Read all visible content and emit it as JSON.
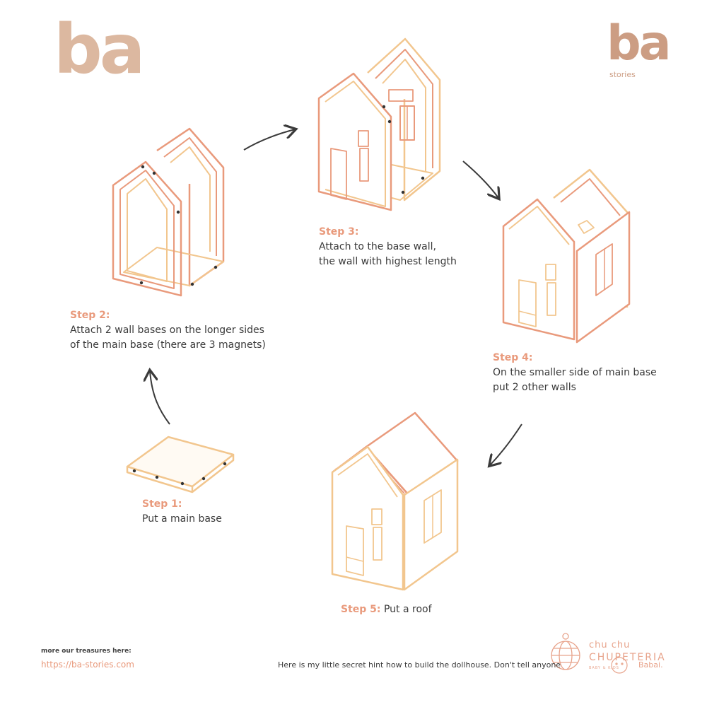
{
  "logo": {
    "left_text": "ba",
    "right_text": "ba",
    "right_sub": "stories"
  },
  "steps": [
    {
      "label": "Step 1:",
      "lines": [
        "Put a main base"
      ]
    },
    {
      "label": "Step 2:",
      "lines": [
        "Attach 2 wall bases on the longer sides",
        "of the main base (there are 3 magnets)"
      ]
    },
    {
      "label": "Step 3:",
      "lines": [
        "Attach to the base wall,",
        "the wall with highest length"
      ]
    },
    {
      "label": "Step 4:",
      "lines": [
        "On the smaller side of main base",
        "put 2 other walls"
      ]
    },
    {
      "label": "Step 5:",
      "lines": [
        "Put a roof"
      ]
    }
  ],
  "footer": {
    "treasures_label": "more our treasures here:",
    "link": "https://ba-stories.com",
    "hint": "Here is my little secret hint how to build the dollhouse. Don't tell anyone",
    "brand_top": "chu chu",
    "brand_mid": "CHUPETERIA",
    "brand_small": "BABY & KIDS",
    "brand_right": "Babai."
  },
  "colors": {
    "orange": "#e99a7c",
    "peach": "#f2c68e",
    "logo_light": "#dcb8a0",
    "logo_dark": "#cc9d83",
    "arrow": "#3a3a3a"
  }
}
